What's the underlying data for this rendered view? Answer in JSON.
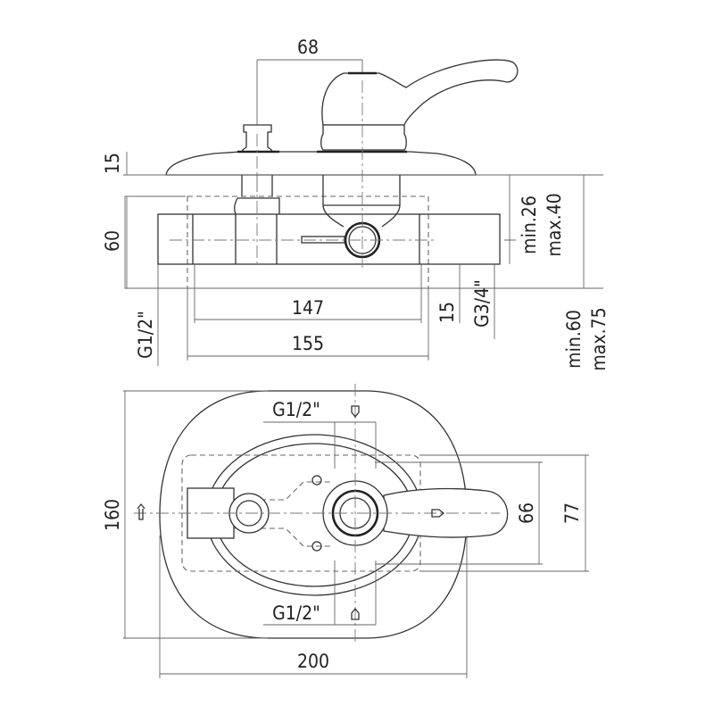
{
  "side_view": {
    "dim_spacing": "68",
    "dim_plate": "15",
    "dim_body_height": "60",
    "dim_inner_width": "147",
    "dim_outer_width": "155",
    "dim_outlet_offset": "15",
    "outlet_thread": "G3/4\"",
    "inlet_thread": "G1/2\"",
    "depth_front_min": "min.26",
    "depth_front_max": "max.40",
    "depth_total_min": "min.60",
    "depth_total_max": "max.75"
  },
  "front_view": {
    "thread_top": "G1/2\"",
    "thread_bottom": "G1/2\"",
    "dim_height": "160",
    "dim_width": "200",
    "dim_inner": "66",
    "dim_outer": "77"
  }
}
